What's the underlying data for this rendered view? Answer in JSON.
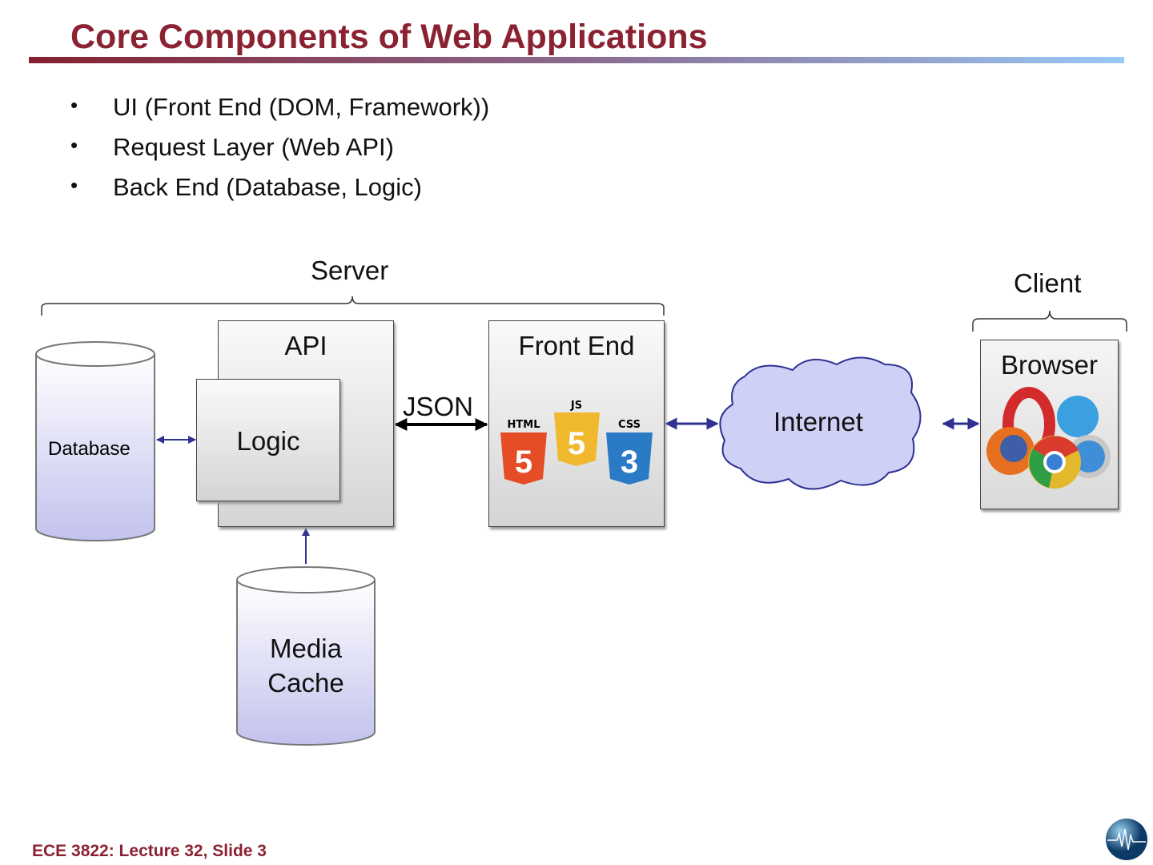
{
  "title": "Core Components of Web Applications",
  "bullets": [
    "UI (Front End (DOM, Framework))",
    "Request Layer (Web API)",
    "Back End (Database, Logic)"
  ],
  "diagram": {
    "server_label": "Server",
    "client_label": "Client",
    "database": "Database",
    "api": "API",
    "logic": "Logic",
    "json": "JSON",
    "front_end": "Front End",
    "internet": "Internet",
    "browser": "Browser",
    "media_cache_1": "Media",
    "media_cache_2": "Cache",
    "logos": [
      "HTML",
      "JS",
      "CSS"
    ]
  },
  "colors": {
    "title": "#8b2232",
    "cylinder": "#c8c8f0",
    "cloud": "#cfd0f5",
    "arrow": "#2e3192"
  },
  "footer": "ECE 3822: Lecture 32, Slide 3"
}
